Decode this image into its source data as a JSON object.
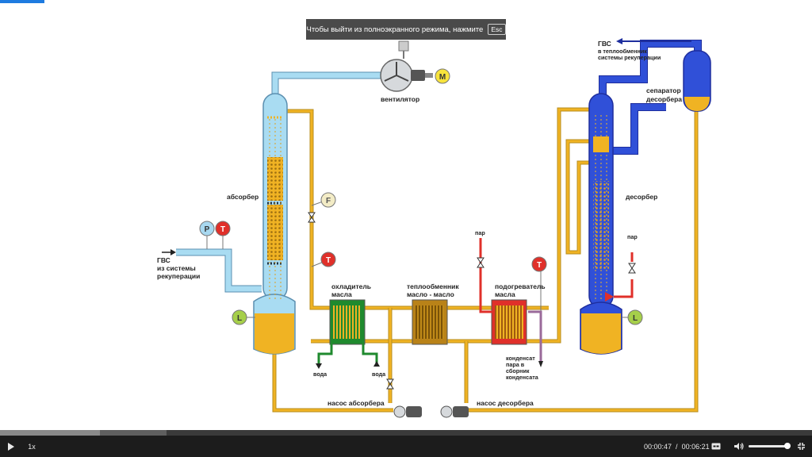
{
  "fullscreen_toast": {
    "message": "Чтобы выйти из полноэкранного режима, нажмите",
    "key": "Esc"
  },
  "diagram": {
    "labels": {
      "fan": "вентилятор",
      "absorber": "абсорбер",
      "gvs_in_1": "ГВС",
      "gvs_in_2": "из системы",
      "gvs_in_3": "рекуперации",
      "cooler_1": "охладитель",
      "cooler_2": "масла",
      "exchanger_1": "теплообменник",
      "exchanger_2": "масло - масло",
      "heater_1": "подогреватель",
      "heater_2": "масла",
      "steam_left": "пар",
      "steam_right": "пар",
      "condensate_1": "конденсат",
      "condensate_2": "пара в",
      "condensate_3": "сборник",
      "condensate_4": "конденсата",
      "water_left": "вода",
      "water_right": "вода",
      "pump_absorber": "насос абсорбера",
      "pump_desorber": "насос десорбера",
      "desorber": "десорбер",
      "separator_1": "сепаратор",
      "separator_2": "десорбера",
      "gvs_out_1": "ГВС",
      "gvs_out_2": "в теплообменник",
      "gvs_out_3": "системы рекуперации"
    },
    "gauges": {
      "motor": "M",
      "flow": "F",
      "pressure": "P",
      "temp_absorber": "T",
      "temp_line": "T",
      "temp_desorber": "T",
      "level_absorber": "L",
      "level_desorber": "L"
    },
    "colors": {
      "oil": "#f0b323",
      "oil_dark": "#b78d1c",
      "gas_light": "#a9dcf2",
      "gas_desorber": "#3050d8",
      "red_gauge": "#e0302a",
      "yellow_gauge": "#f7e33c",
      "green_gauge": "#a6cf4a",
      "blue_gauge": "#a8d8f0",
      "beige_gauge": "#f3ecc6"
    }
  },
  "player": {
    "speed": "1x",
    "current_time": "00:00:47",
    "separator": "/",
    "total_time": "00:06:21",
    "progress_fraction": 0.123,
    "buffer_fraction": 0.205,
    "volume_fraction": 0.97,
    "icons": {
      "play": "play-icon",
      "captions": "captions-icon",
      "volume": "volume-icon",
      "fullscreen": "exit-fullscreen-icon"
    }
  }
}
